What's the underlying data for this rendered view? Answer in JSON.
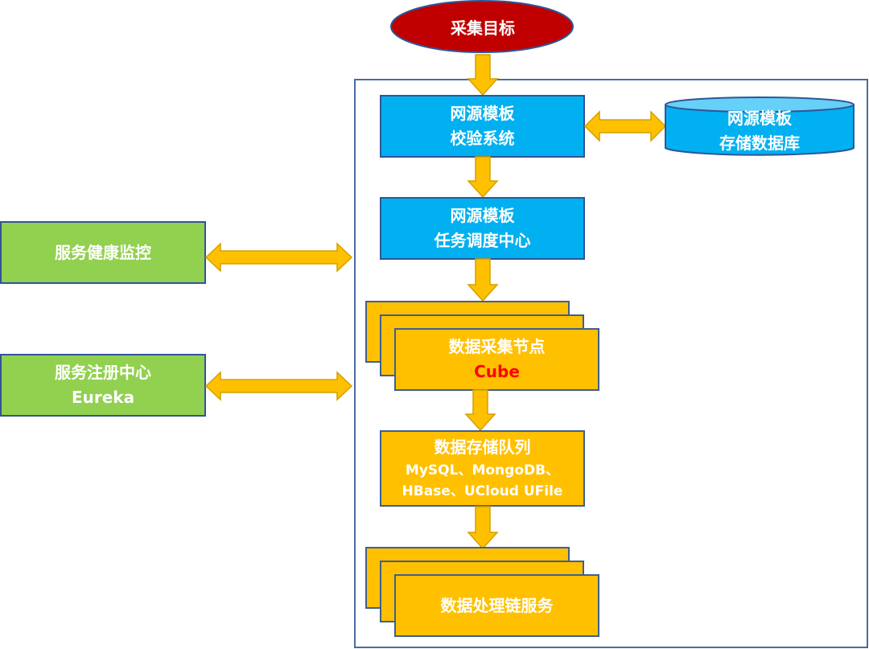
{
  "diagram": {
    "colors": {
      "target_fill": "#c00000",
      "blue_fill": "#00b0f0",
      "green_fill": "#92d050",
      "gold_fill": "#ffc000",
      "arrow_fill": "#ffc000",
      "arrow_stroke": "#d4a000",
      "border": "#2f5597",
      "highlight_text": "#ff0000"
    },
    "start_node": {
      "label": "采集目标"
    },
    "template_validation": {
      "line1": "网源模板",
      "line2": "校验系统"
    },
    "template_database": {
      "line1": "网源模板",
      "line2": "存储数据库"
    },
    "template_scheduler": {
      "line1": "网源模板",
      "line2": "任务调度中心"
    },
    "collection_node": {
      "line1": "数据采集节点",
      "line2": "Cube"
    },
    "storage_queue": {
      "line1": "数据存储队列",
      "line2": "MySQL、MongoDB、",
      "line3": "HBase、UCloud UFile"
    },
    "processing_chain": {
      "label": "数据处理链服务"
    },
    "health_monitor": {
      "label": "服务健康监控"
    },
    "service_registry": {
      "line1": "服务注册中心",
      "line2": "Eureka"
    }
  }
}
